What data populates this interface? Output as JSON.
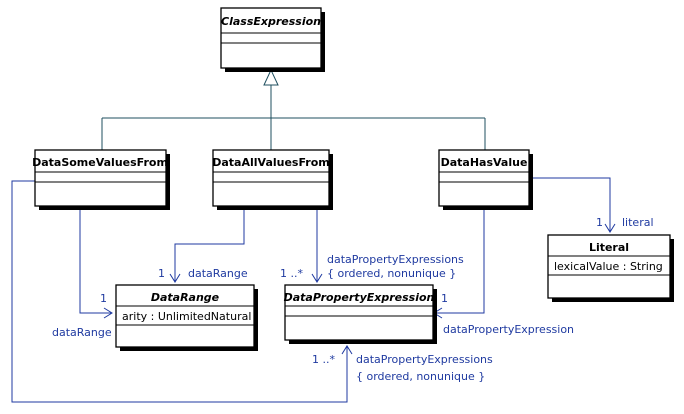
{
  "classes": {
    "class_expression": {
      "name": "ClassExpression"
    },
    "data_some_values_from": {
      "name": "DataSomeValuesFrom"
    },
    "data_all_values_from": {
      "name": "DataAllValuesFrom"
    },
    "data_has_value": {
      "name": "DataHasValue"
    },
    "literal": {
      "name": "Literal",
      "attribute": "lexicalValue : String"
    },
    "data_range": {
      "name": "DataRange",
      "attribute": "arity : UnlimitedNatural"
    },
    "data_property_expression": {
      "name": "DataPropertyExpression"
    }
  },
  "associations": {
    "has_value_literal": {
      "multiplicity": "1",
      "role": "literal"
    },
    "all_values_data_range": {
      "multiplicity": "1",
      "role": "dataRange"
    },
    "all_values_properties": {
      "multiplicity": "1 ..*",
      "role": "dataPropertyExpressions",
      "constraint": "{ ordered, nonunique }"
    },
    "some_values_data_range": {
      "multiplicity": "1",
      "role": "dataRange"
    },
    "has_value_property": {
      "multiplicity": "1",
      "role": "dataPropertyExpression"
    },
    "some_values_properties": {
      "multiplicity": "1 ..*",
      "role": "dataPropertyExpressions",
      "constraint": "{ ordered, nonunique }"
    }
  },
  "colors": {
    "association": "#1f3aa0",
    "generalization": "#1f4f5f",
    "class_border": "#000000"
  }
}
